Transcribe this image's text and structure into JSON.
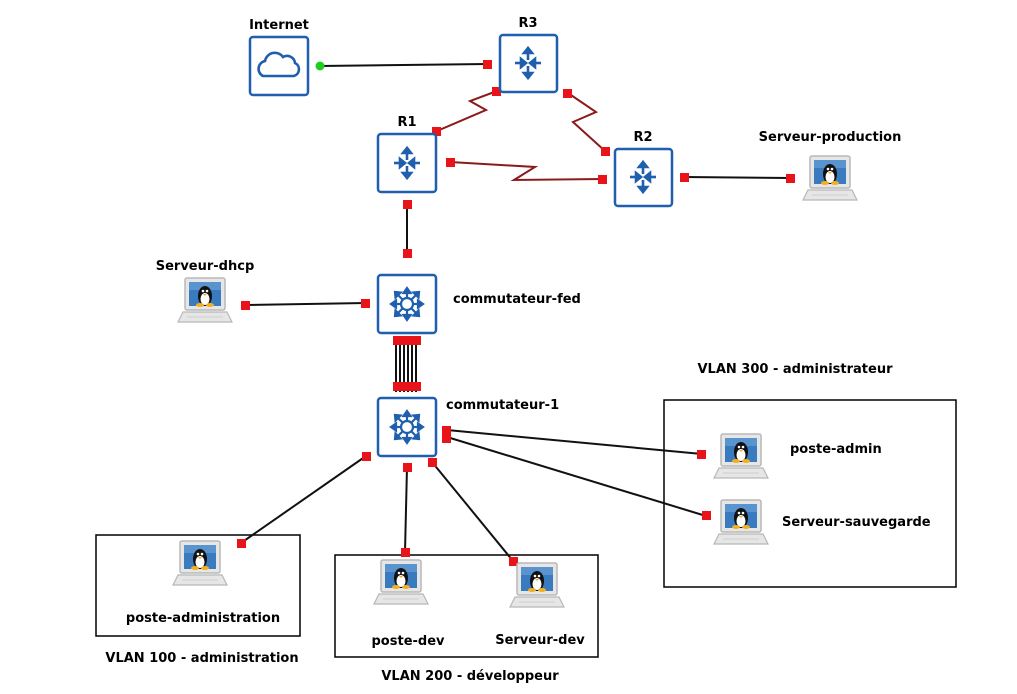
{
  "devices": {
    "internet": {
      "label": "Internet",
      "icon": "cloud-icon"
    },
    "r1": {
      "label": "R1",
      "icon": "router-icon"
    },
    "r2": {
      "label": "R2",
      "icon": "router-icon"
    },
    "r3": {
      "label": "R3",
      "icon": "router-icon"
    },
    "switch_fed": {
      "label": "commutateur-fed",
      "icon": "switch-icon"
    },
    "switch_1": {
      "label": "commutateur-1",
      "icon": "switch-icon"
    },
    "server_dhcp": {
      "label": "Serveur-dhcp",
      "icon": "linux-host-icon"
    },
    "server_production": {
      "label": "Serveur-production",
      "icon": "linux-host-icon"
    },
    "poste_admin": {
      "label": "poste-admin",
      "icon": "linux-host-icon"
    },
    "server_sauvegarde": {
      "label": "Serveur-sauvegarde",
      "icon": "linux-host-icon"
    },
    "poste_administration": {
      "label": "poste-administration",
      "icon": "linux-host-icon"
    },
    "poste_dev": {
      "label": "poste-dev",
      "icon": "linux-host-icon"
    },
    "server_dev": {
      "label": "Serveur-dev",
      "icon": "linux-host-icon"
    }
  },
  "vlans": {
    "vlan100": {
      "label": "VLAN 100 - administration"
    },
    "vlan200": {
      "label": "VLAN 200 - développeur"
    },
    "vlan300": {
      "label": "VLAN 300 - administrateur"
    }
  },
  "links": [
    {
      "from": "internet",
      "to": "r3",
      "type": "ethernet"
    },
    {
      "from": "r3",
      "to": "r1",
      "type": "serial"
    },
    {
      "from": "r3",
      "to": "r2",
      "type": "serial"
    },
    {
      "from": "r1",
      "to": "r2",
      "type": "serial"
    },
    {
      "from": "r2",
      "to": "server_production",
      "type": "ethernet"
    },
    {
      "from": "r1",
      "to": "switch_fed",
      "type": "ethernet"
    },
    {
      "from": "server_dhcp",
      "to": "switch_fed",
      "type": "ethernet"
    },
    {
      "from": "switch_fed",
      "to": "switch_1",
      "type": "ethernet-bundle"
    },
    {
      "from": "switch_1",
      "to": "poste_administration",
      "type": "ethernet"
    },
    {
      "from": "switch_1",
      "to": "poste_dev",
      "type": "ethernet"
    },
    {
      "from": "switch_1",
      "to": "server_dev",
      "type": "ethernet"
    },
    {
      "from": "switch_1",
      "to": "poste_admin",
      "type": "ethernet"
    },
    {
      "from": "switch_1",
      "to": "server_sauvegarde",
      "type": "ethernet"
    }
  ],
  "colors": {
    "device_blue": "#1f5fae",
    "serial_link": "#8b1a1a",
    "port_down": "#e8141a",
    "port_up": "#22cc22"
  }
}
